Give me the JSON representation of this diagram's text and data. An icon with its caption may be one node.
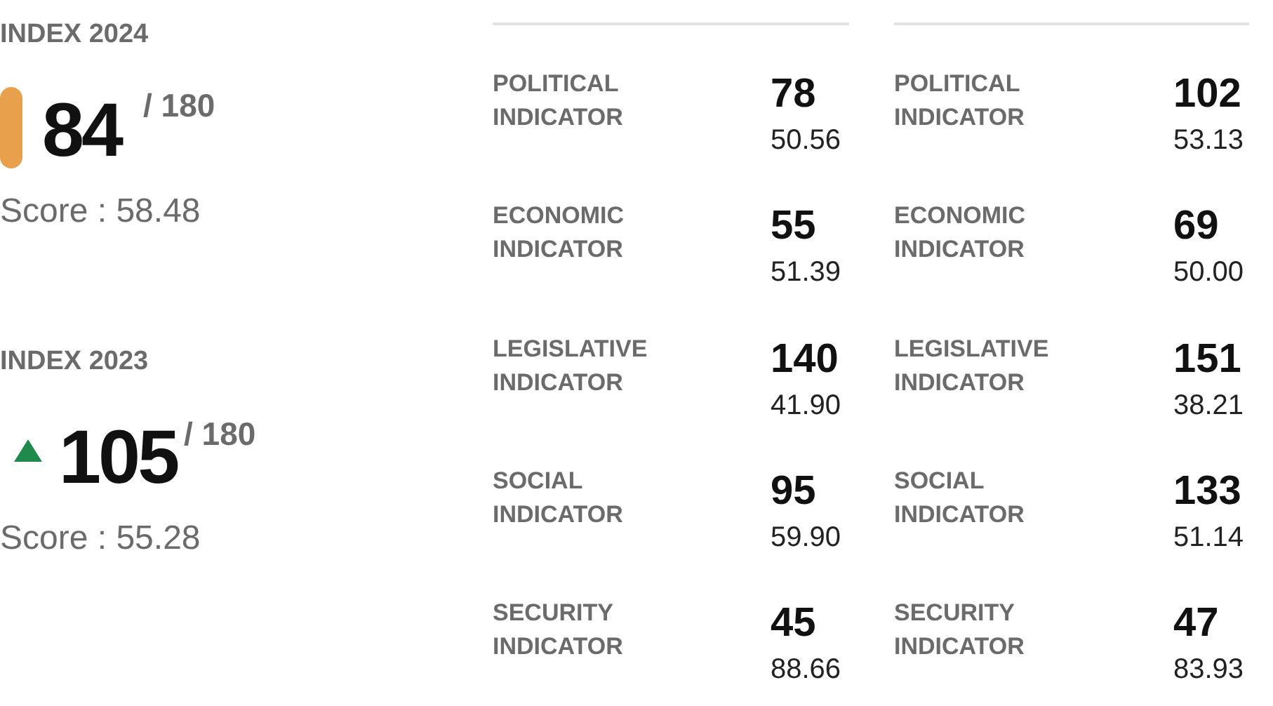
{
  "diagram": {
    "labels": [
      "INDEX 2024",
      "84",
      "/ 180",
      "Score : 58.48",
      "INDEX 2023",
      "105",
      "/ 180",
      "Score : 55.28",
      "POLITICAL INDICATOR",
      "78",
      "50.56",
      "POLITICAL INDICATOR",
      "102",
      "53.13",
      "ECONOMIC INDICATOR",
      "55",
      "51.39",
      "ECONOMIC INDICATOR",
      "69",
      "50.00",
      "LEGISLATIVE INDICATOR",
      "140",
      "41.90",
      "LEGISLATIVE INDICATOR",
      "151",
      "38.21",
      "SOCIAL INDICATOR",
      "95",
      "59.90",
      "SOCIAL INDICATOR",
      "133",
      "51.14",
      "SECURITY INDICATOR",
      "45",
      "88.66",
      "SECURITY INDICATOR",
      "47",
      "83.93"
    ]
  }
}
